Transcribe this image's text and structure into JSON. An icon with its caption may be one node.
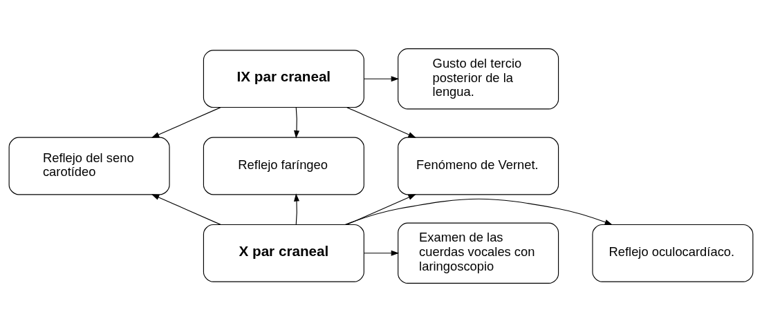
{
  "diagram": {
    "nodes": [
      {
        "text": [
          "IX par craneal"
        ]
      },
      {
        "text": [
          "Gusto del tercio posterior de la lengua."
        ]
      },
      {
        "text": [
          "Reflejo del seno carotídeo"
        ]
      },
      {
        "text": [
          "Reflejo faríngeo"
        ]
      },
      {
        "text": [
          "Fenómeno de Vernet."
        ]
      },
      {
        "text": [
          "X par craneal"
        ]
      },
      {
        "text": [
          "Examen de las cuerdas vocales con laringoscopio"
        ]
      },
      {
        "text": [
          "Reflejo oculocardíaco."
        ]
      }
    ],
    "edges": [
      {
        "from": 0,
        "to": 1,
        "arrow": "to"
      },
      {
        "from": 0,
        "to": 2,
        "arrow": "to"
      },
      {
        "from": 0,
        "to": 3,
        "arrow": "to"
      },
      {
        "from": 0,
        "to": 4,
        "arrow": "to"
      },
      {
        "from": 5,
        "to": 2,
        "arrow": "to"
      },
      {
        "from": 5,
        "to": 3,
        "arrow": "to"
      },
      {
        "from": 5,
        "to": 4,
        "arrow": "to"
      },
      {
        "from": 5,
        "to": 6,
        "arrow": "to"
      },
      {
        "from": 5,
        "to": 7,
        "arrow": "to"
      }
    ]
  }
}
